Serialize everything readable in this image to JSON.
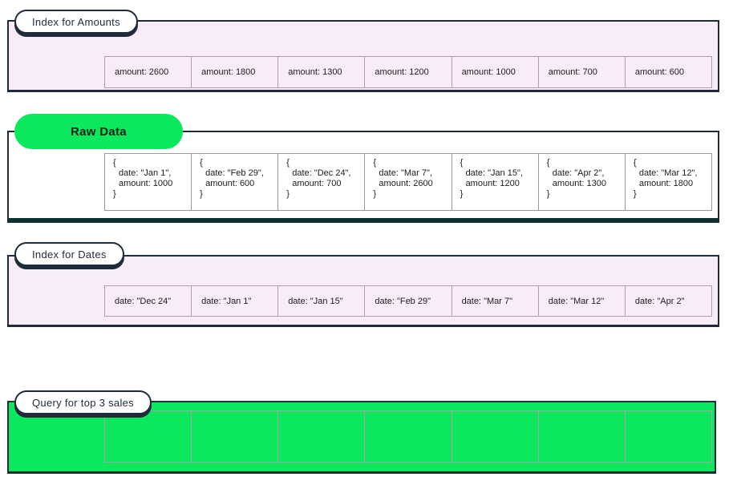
{
  "colors": {
    "accent_green": "#0be85d",
    "panel_lavender": "#f8ecf8",
    "ink_navy": "#1e2b3a",
    "shadow_teal": "#0e322f"
  },
  "sections": [
    {
      "label": "Index for Amounts",
      "cells": [
        "amount: 2600",
        "amount: 1800",
        "amount: 1300",
        "amount: 1200",
        "amount: 1000",
        "amount: 700",
        "amount: 600"
      ]
    },
    {
      "label": "Raw Data",
      "cells": [
        {
          "date": "Jan 1",
          "amount": 1000
        },
        {
          "date": "Feb 29",
          "amount": 600
        },
        {
          "date": "Dec 24",
          "amount": 700
        },
        {
          "date": "Mar 7",
          "amount": 2600
        },
        {
          "date": "Jan 15",
          "amount": 1200
        },
        {
          "date": "Apr 2",
          "amount": 1300
        },
        {
          "date": "Mar 12",
          "amount": 1800
        }
      ]
    },
    {
      "label": "Index for Dates",
      "cells": [
        "date: \"Dec 24\"",
        "date: \"Jan 1\"",
        "date: \"Jan 15\"",
        "date: \"Feb 29\"",
        "date: \"Mar 7\"",
        "date: \"Mar 12\"",
        "date: \"Apr 2\""
      ]
    },
    {
      "label": "Query for top 3 sales",
      "cells": [
        "",
        "",
        "",
        "",
        "",
        "",
        ""
      ]
    }
  ]
}
